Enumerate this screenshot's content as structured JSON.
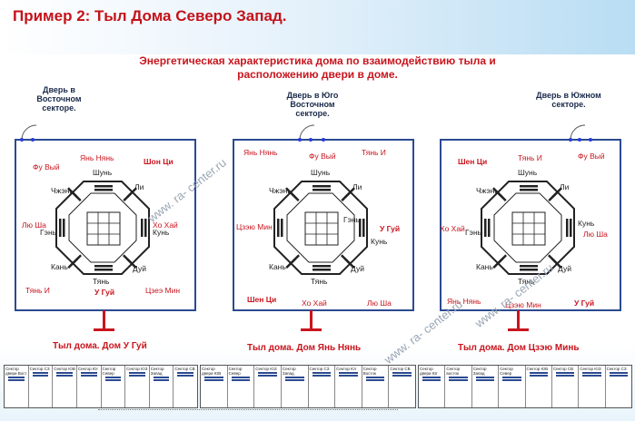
{
  "slide_title": "Пример 2: Тыл Дома Северо Запад.",
  "subtitle_line1": "Энергетическая характеристика дома по взаимодействию тыла и",
  "subtitle_line2": "расположению двери в доме.",
  "watermark": "www. ra- center.ru",
  "panels": [
    {
      "door_label": [
        "Дверь в",
        "Восточном",
        "секторе."
      ],
      "house_label": "Тыл дома. Дом У Гуй",
      "labels": {
        "fu_vyi": "Фу Вый",
        "yan_nyan": "Янь Нянь",
        "shon_tsi": "Шон Ци",
        "lyu_sha": "Лю Ша",
        "ho_hai": "Хо Хай",
        "tyan_i": "Тянь И",
        "u_gui": "У Гуй",
        "tszeu_min": "Цзеэ Мин"
      },
      "trigrams": [
        "Шунь",
        "Ли",
        "Кунь",
        "Дуй",
        "Тянь",
        "Кань",
        "Гэнь",
        "Чжэнь"
      ],
      "table": [
        "Сектор двери Вост",
        "Сектор СЗ",
        "Сектор ЮВ",
        "Сектор Юг",
        "Сектор Север",
        "Сектор ЮЗ",
        "Сектор Запад",
        "Сектор СВ"
      ]
    },
    {
      "door_label": [
        "Дверь в Юго",
        "Восточном",
        "секторе."
      ],
      "house_label": "Тыл дома. Дом Янь Нянь",
      "labels": {
        "fu_vyi": "Фу Вый",
        "yan_nyan": "Янь Нянь",
        "tyan_i": "Тянь И",
        "tszeu_min": "Цзэю Мин",
        "u_gui": "У Гуй",
        "shen_tsi": "Шен Ци",
        "ho_hai": "Хо Хай",
        "lyu_sha": "Лю Ша"
      },
      "trigrams": [
        "Шунь",
        "Ли",
        "Кунь",
        "Дуй",
        "Тянь",
        "Кань",
        "Гэнь",
        "Чжэнь"
      ],
      "table": [
        "Сектор двери ЮВ",
        "Сектор Север",
        "Сектор ЮЗ",
        "Сектор Запад",
        "Сектор СЗ",
        "Сектор Юг",
        "Сектор Восток",
        "Сектор СВ"
      ]
    },
    {
      "door_label": [
        "Дверь в Южном",
        "секторе."
      ],
      "house_label": "Тыл дома. Дом Цзэю Минь",
      "labels": {
        "shen_tsi": "Шен Ци",
        "tyan_i": "Тянь И",
        "fu_vyi": "Фу Вый",
        "ho_hai": "Хо Хай",
        "lyu_sha": "Лю Ша",
        "yan_nyan": "Янь Нянь",
        "tszeu_min": "Цзэю Мин",
        "u_gui": "У Гуй"
      },
      "trigrams": [
        "Шунь",
        "Ли",
        "Кунь",
        "Дуй",
        "Тянь",
        "Кань",
        "Гэнь",
        "Чжэнь"
      ],
      "table": [
        "Сектор двери Юг",
        "Сектор восток",
        "Сектор Запад",
        "Сектор Север",
        "Сектор ЮВ",
        "Сектор СВ",
        "Сектор ЮЗ",
        "Сектор СЗ"
      ]
    }
  ]
}
